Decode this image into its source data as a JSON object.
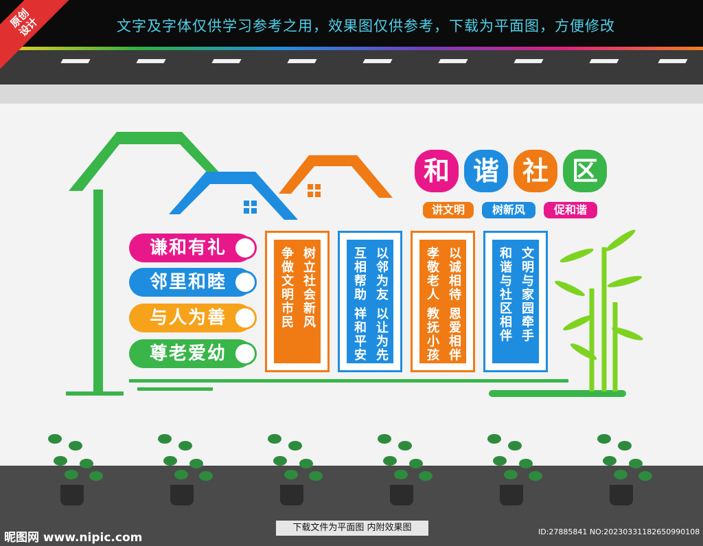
{
  "banner": {
    "notice": "文字及字体仅供学习参考之用，效果图仅供参考，下载为平面图，方便修改",
    "corner_label": "原创\n设计"
  },
  "title": {
    "chars": [
      "和",
      "谐",
      "社",
      "区"
    ],
    "colors": [
      "#e8188a",
      "#1e8de0",
      "#f07a14",
      "#39b54a"
    ]
  },
  "tags": [
    {
      "label": "讲文明",
      "color": "#f07a14"
    },
    {
      "label": "树新风",
      "color": "#1e8de0"
    },
    {
      "label": "促和谐",
      "color": "#e8188a"
    }
  ],
  "slogans": [
    {
      "label": "谦和有礼",
      "color": "#e8188a"
    },
    {
      "label": "邻里和睦",
      "color": "#1e8de0"
    },
    {
      "label": "与人为善",
      "color": "#f7a21b"
    },
    {
      "label": "尊老爱幼",
      "color": "#39b54a"
    }
  ],
  "panels": [
    {
      "color": "#f07a14",
      "cols": [
        "树立社会新风",
        "争做文明市民"
      ]
    },
    {
      "color": "#1e8de0",
      "cols": [
        "以邻为友 以让为先",
        "互相帮助 祥和平安"
      ]
    },
    {
      "color": "#f07a14",
      "cols": [
        "以诚相待 恩爱相伴",
        "孝敬老人 教抚小孩"
      ]
    },
    {
      "color": "#1e8de0",
      "cols": [
        "文明与家园牵手",
        "和谐与社区相伴"
      ]
    }
  ],
  "colors": {
    "green": "#39b54a",
    "blue": "#1e8de0",
    "orange": "#f07a14",
    "bamboo": "#7ed321"
  },
  "footer": {
    "watermark": "昵图网 www.nipic.com",
    "note": "下载文件为平面图  内附效果图",
    "id": "ID:27885841 NO:20230331182650990108"
  }
}
